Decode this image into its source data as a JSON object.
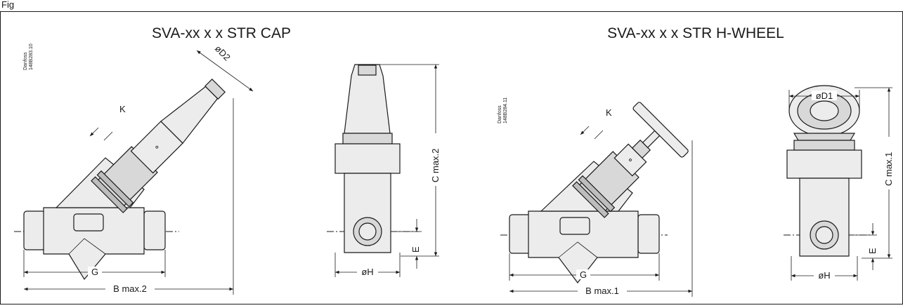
{
  "caption": "Fig",
  "panels": {
    "cap": {
      "title": "SVA-xx x x STR CAP",
      "code_company": "Danfoss",
      "code_number": "148B283.10",
      "labels": {
        "k": "K",
        "d2": "øD2",
        "g": "G",
        "b": "B max.2",
        "c": "C max.2",
        "e": "E",
        "h": "øH"
      }
    },
    "wheel": {
      "title": "SVA-xx x x STR H-WHEEL",
      "code_company": "Danfoss",
      "code_number": "148B284.11",
      "labels": {
        "k": "K",
        "d1": "øD1",
        "g": "G",
        "b": "B max.1",
        "c": "C max.1",
        "e": "E",
        "h": "øH"
      }
    }
  }
}
